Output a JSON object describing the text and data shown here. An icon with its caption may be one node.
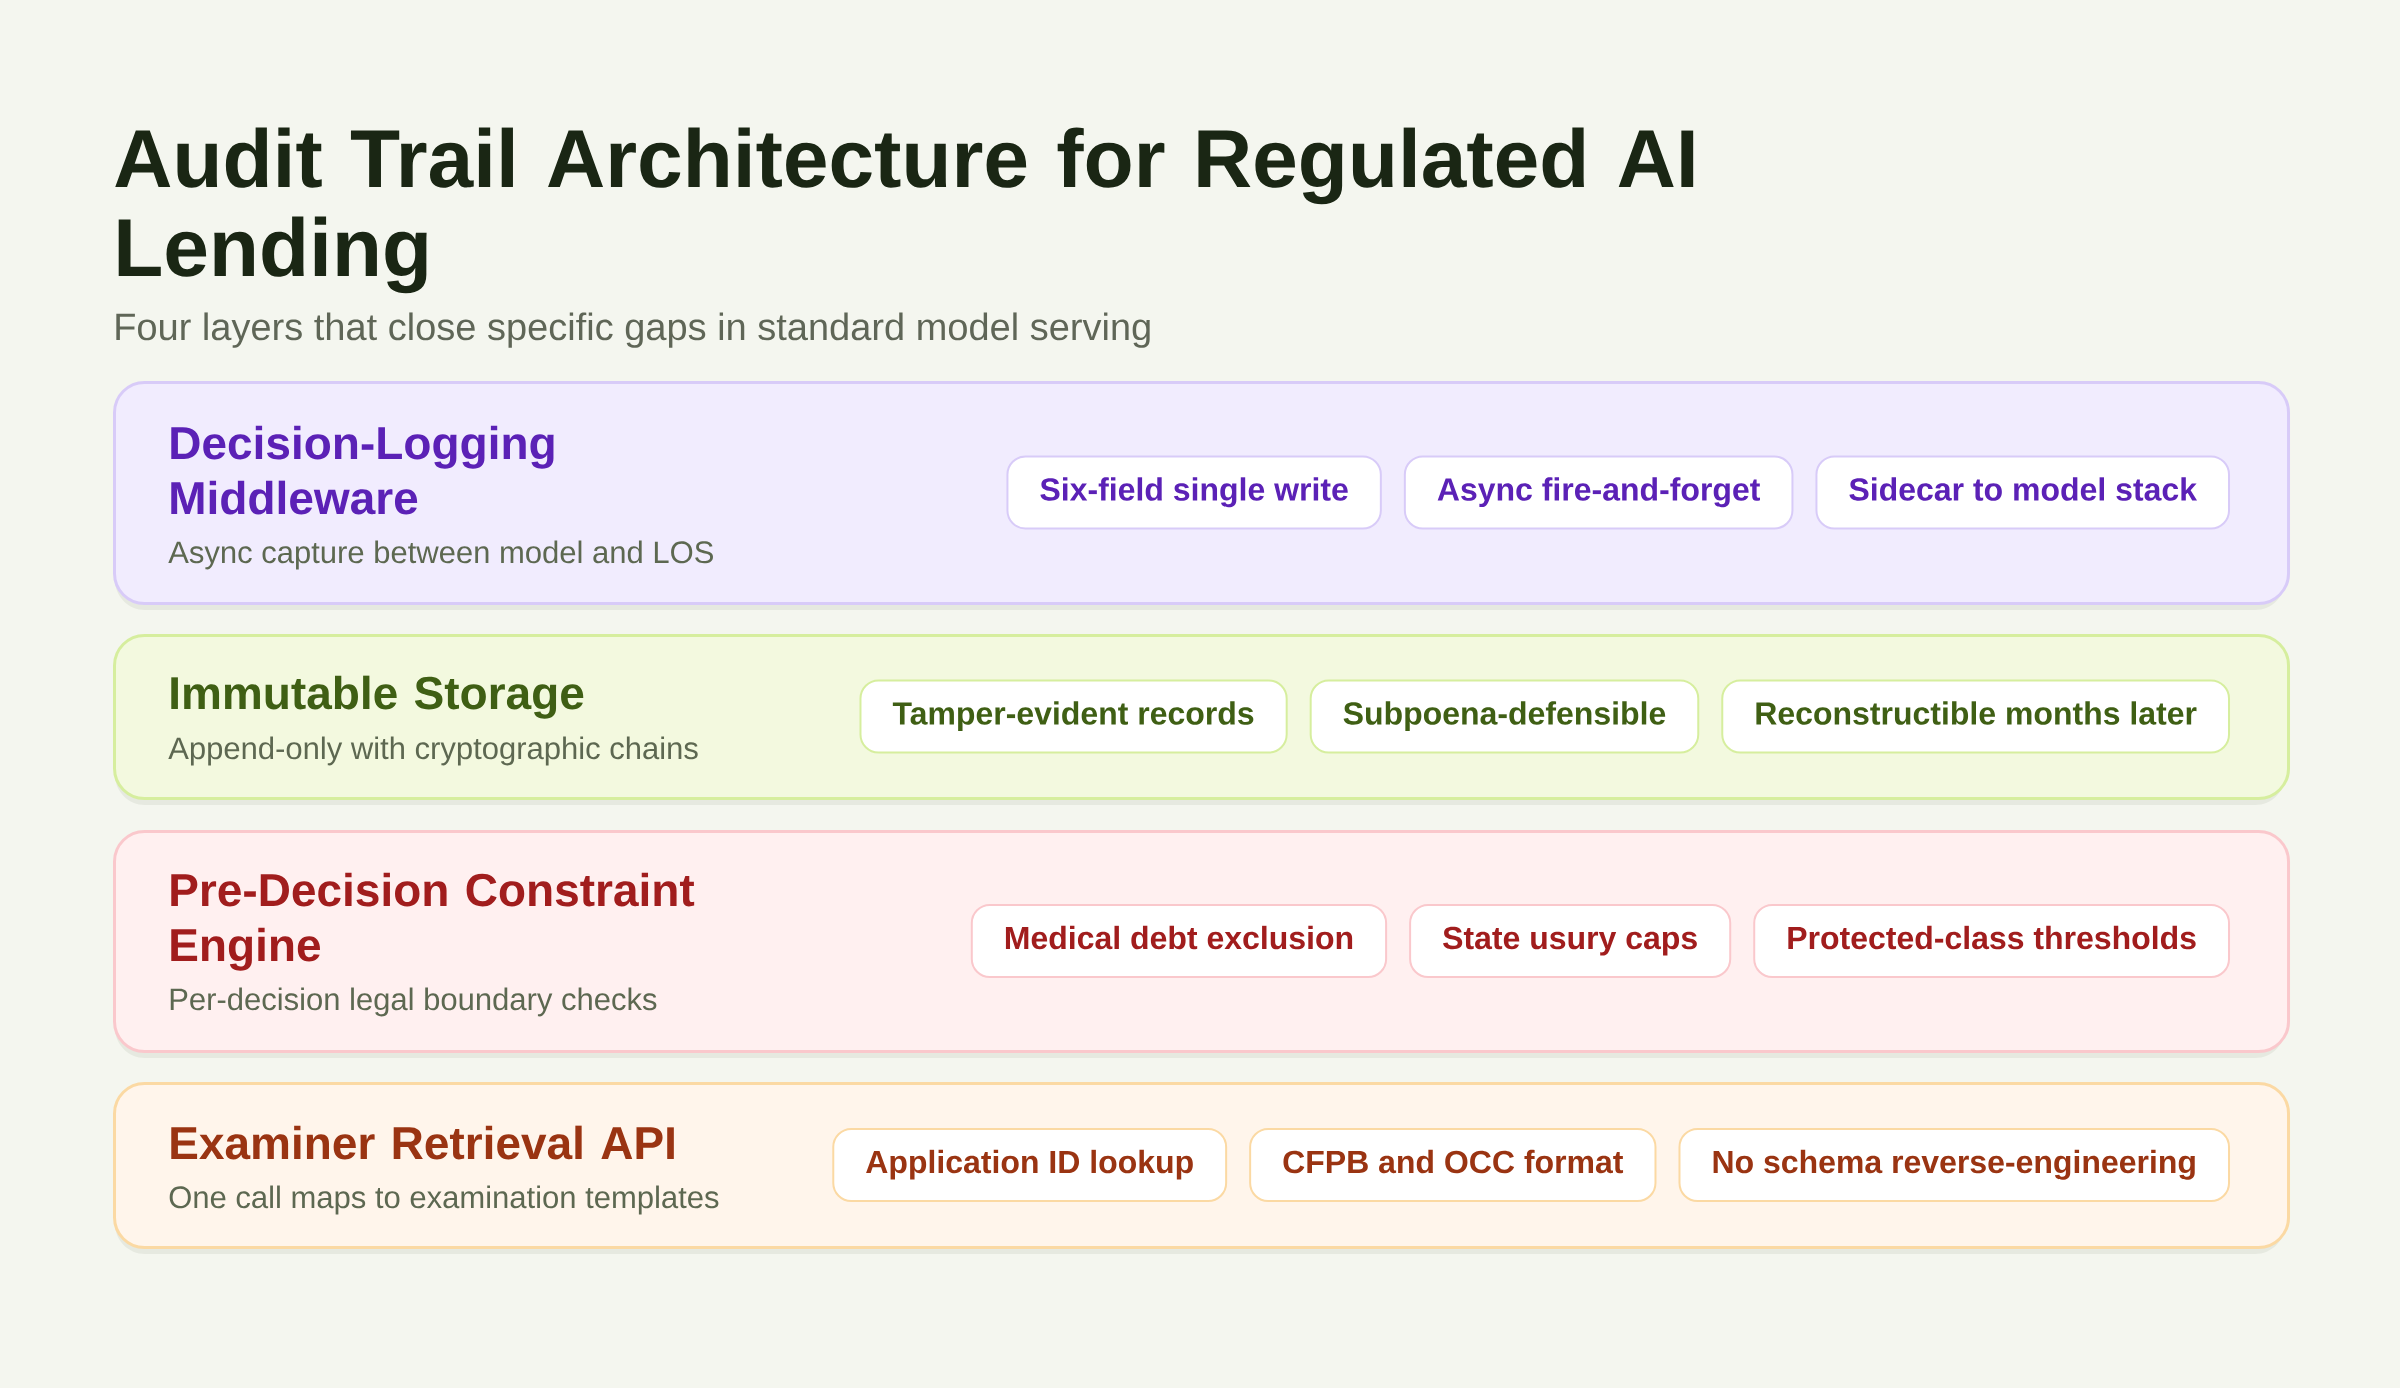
{
  "diagram": {
    "title": "Audit Trail Architecture for Regulated AI Lending",
    "nodes": [
      {
        "text": [
          "Decision-Logging Middleware",
          "Async capture between model and LOS"
        ]
      },
      {
        "text": [
          "Six-field single write"
        ],
        "in": 0
      },
      {
        "text": [
          "Async fire-and-forget"
        ],
        "in": 0
      },
      {
        "text": [
          "Sidecar to model stack"
        ],
        "in": 0
      },
      {
        "text": [
          "Immutable Storage",
          "Append-only with cryptographic chains"
        ]
      },
      {
        "text": [
          "Tamper-evident records"
        ],
        "in": 4
      },
      {
        "text": [
          "Subpoena-defensible"
        ],
        "in": 4
      },
      {
        "text": [
          "Reconstructible months later"
        ],
        "in": 4
      },
      {
        "text": [
          "Pre-Decision Constraint Engine",
          "Per-decision legal boundary checks"
        ]
      },
      {
        "text": [
          "Medical debt exclusion"
        ],
        "in": 8
      },
      {
        "text": [
          "State usury caps"
        ],
        "in": 8
      },
      {
        "text": [
          "Protected-class thresholds"
        ],
        "in": 8
      },
      {
        "text": [
          "Examiner Retrieval API",
          "One call maps to examination templates"
        ]
      },
      {
        "text": [
          "Application ID lookup"
        ],
        "in": 12
      },
      {
        "text": [
          "CFPB and OCC format"
        ],
        "in": 12
      },
      {
        "text": [
          "No schema reverse-engineering"
        ],
        "in": 12
      }
    ],
    "labels": [
      "Four layers that close specific gaps in standard model serving"
    ]
  }
}
